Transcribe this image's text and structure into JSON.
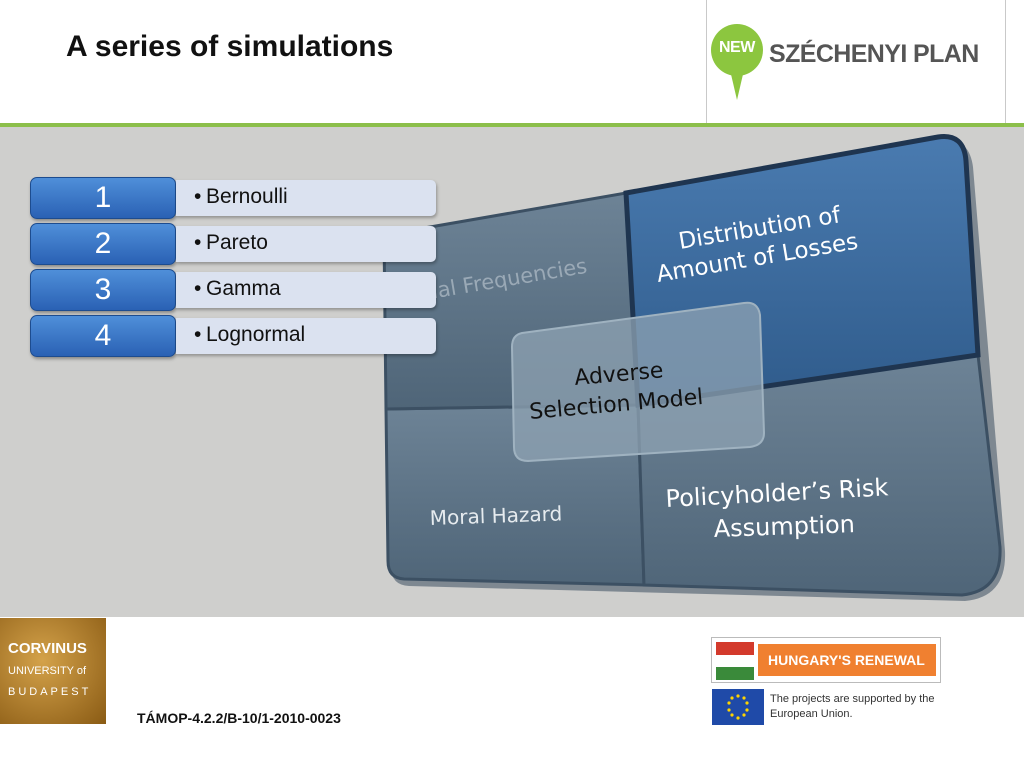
{
  "slide": {
    "title": "A series of simulations",
    "project_code": "TÁMOP-4.2.2/B-10/1-2010-0023"
  },
  "logos": {
    "szechenyi": {
      "badge": "NEW",
      "text": "SZÉCHENYI PLAN",
      "color": "#8cc63f"
    },
    "corvinus": {
      "line1": "CORVINUS",
      "line2": "UNIVERSITY of",
      "line3": "BUDAPEST"
    },
    "hungary_renewal": {
      "label": "HUNGARY'S RENEWAL",
      "color": "#f08030"
    },
    "eu": {
      "text": "The projects are supported by the European Union."
    }
  },
  "list": {
    "items": [
      {
        "number": "1",
        "label": "Bernoulli"
      },
      {
        "number": "2",
        "label": "Pareto"
      },
      {
        "number": "3",
        "label": "Gamma"
      },
      {
        "number": "4",
        "label": "Lognormal"
      }
    ]
  },
  "matrix": {
    "top_left": "Initial Frequencies",
    "top_right_line1": "Distribution of",
    "top_right_line2": "Amount of Losses",
    "bottom_left": "Moral Hazard",
    "bottom_right_line1": "Policyholder’s Risk",
    "bottom_right_line2": "Assumption",
    "center_line1": "Adverse",
    "center_line2": "Selection Model",
    "highlight_color": "#3f6d9e",
    "panel_color": "#5e7487"
  }
}
